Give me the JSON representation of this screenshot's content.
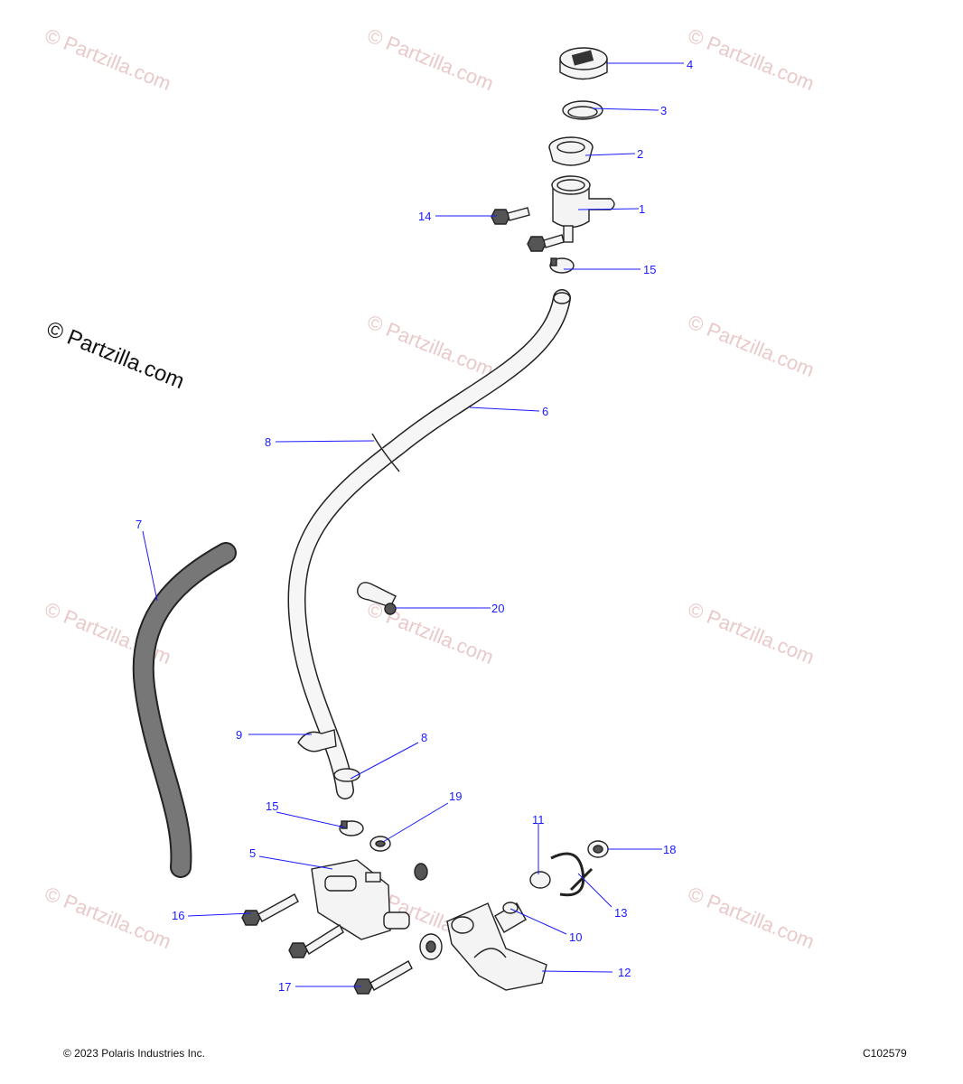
{
  "watermark": {
    "text": "© Partzilla.com"
  },
  "callouts": [
    "1",
    "2",
    "3",
    "4",
    "5",
    "6",
    "7",
    "8",
    "8",
    "9",
    "10",
    "11",
    "12",
    "13",
    "14",
    "15",
    "15",
    "16",
    "17",
    "18",
    "19",
    "20"
  ],
  "footer": {
    "copyright": "© 2023 Polaris Industries Inc.",
    "diagram_code": "C102579"
  }
}
